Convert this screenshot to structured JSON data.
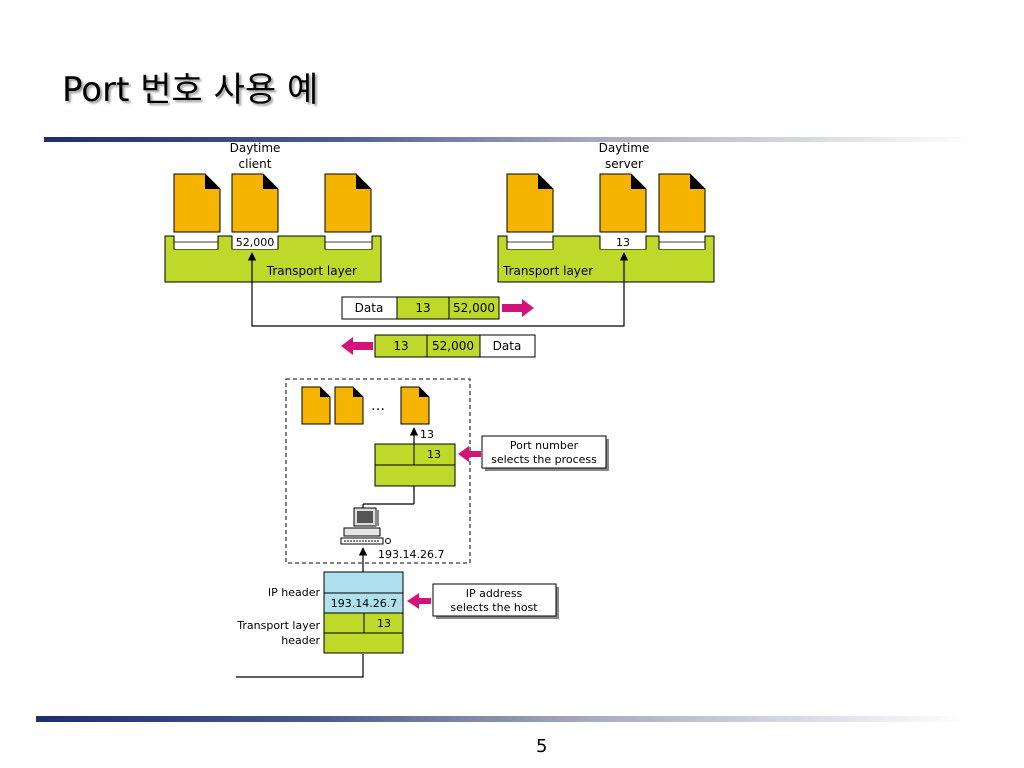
{
  "slide": {
    "title": "Port 번호 사용 예",
    "page_number": "5"
  },
  "colors": {
    "doc_fill": "#f5b400",
    "green": "#bfd92a",
    "ip_blue": "#aee0ee",
    "arrow_magenta": "#d4137a",
    "rule_dark": "#1b2f6b"
  },
  "top": {
    "client": {
      "label_line1": "Daytime",
      "label_line2": "client",
      "port": "52,000",
      "layer": "Transport layer"
    },
    "server": {
      "label_line1": "Daytime",
      "label_line2": "server",
      "port": "13",
      "layer": "Transport layer"
    },
    "request": {
      "data": "Data",
      "dst": "13",
      "src": "52,000"
    },
    "response": {
      "dst": "13",
      "src": "52,000",
      "data": "Data"
    }
  },
  "bottom": {
    "ellipsis": "…",
    "port_label": "13",
    "process_port": "13",
    "port_callout_line1": "Port number",
    "port_callout_line2": "selects the process",
    "host_ip": "193.14.26.7",
    "ip_header_label": "IP header",
    "ip_value": "193.14.26.7",
    "ip_callout_line1": "IP address",
    "ip_callout_line2": "selects the host",
    "transport_label_line1": "Transport layer",
    "transport_label_line2": "header",
    "transport_port": "13"
  }
}
